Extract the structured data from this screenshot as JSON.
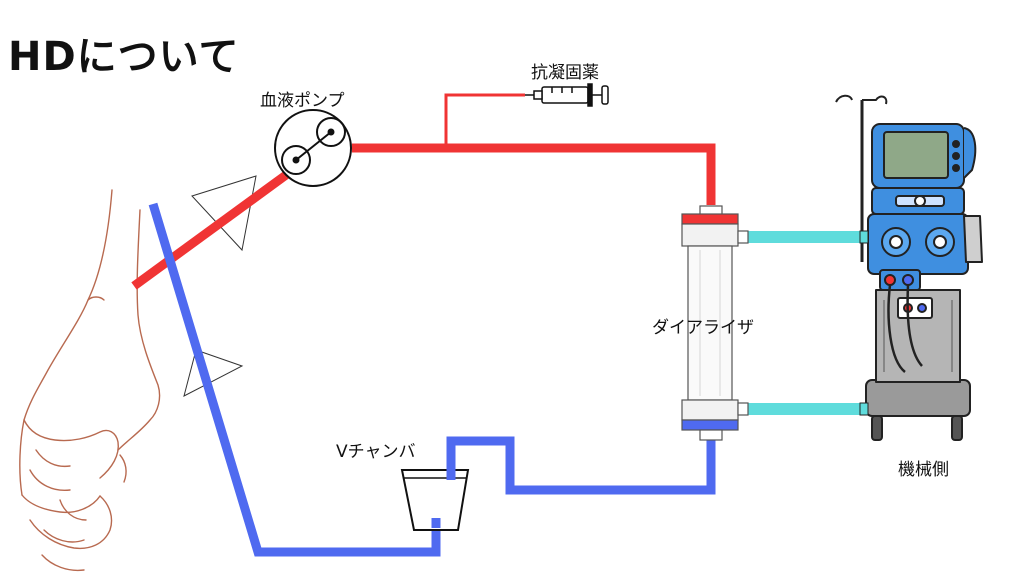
{
  "title": "HDについて",
  "labels": {
    "blood_pump": "血液ポンプ",
    "anticoagulant": "抗凝固薬",
    "dialyzer": "ダイアライザ",
    "v_chamber": "Vチャンバ",
    "machine_side": "機械側"
  },
  "colors": {
    "arterial_line": "#f03434",
    "venous_line": "#4f6af0",
    "dialysate_line": "#5fdcdc",
    "machine_body": "#3f8fe0",
    "arm_outline": "#b86a50"
  }
}
